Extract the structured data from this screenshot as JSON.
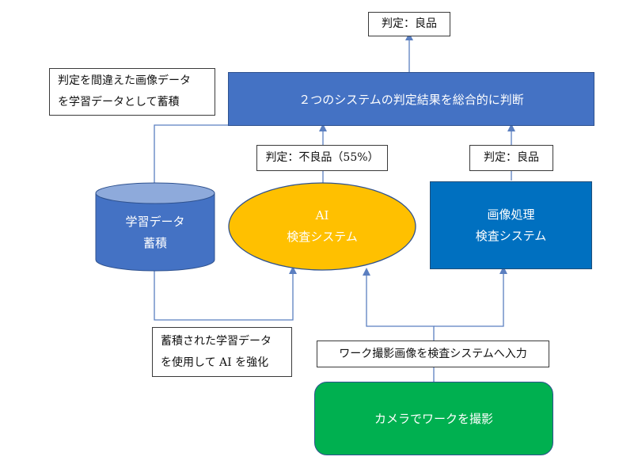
{
  "top_result": "判定：良品",
  "integrator": "２つのシステムの判定結果を総合的に判断",
  "mistake_note": [
    "判定を間違えた画像データ",
    "を学習データとして蓄積"
  ],
  "ai_result": "判定：不良品（55%）",
  "ip_result": "判定：良品",
  "db": [
    "学習データ",
    "蓄積"
  ],
  "ai_system": [
    "AI",
    "検査システム"
  ],
  "ip_system": [
    "画像処理",
    "検査システム"
  ],
  "reinforce_note": [
    "蓄積された学習データ",
    "を使用して AI を強化"
  ],
  "input_note": "ワーク撮影画像を検査システムへ入力",
  "camera": "カメラでワークを撮影",
  "colors": {
    "integrator": "#4472c4",
    "database": "#4472c4",
    "database_top": "#8eaadb",
    "ai": "#ffc000",
    "image_processing": "#0070c0",
    "camera": "#00b050",
    "connector": "#5b7fc0"
  }
}
